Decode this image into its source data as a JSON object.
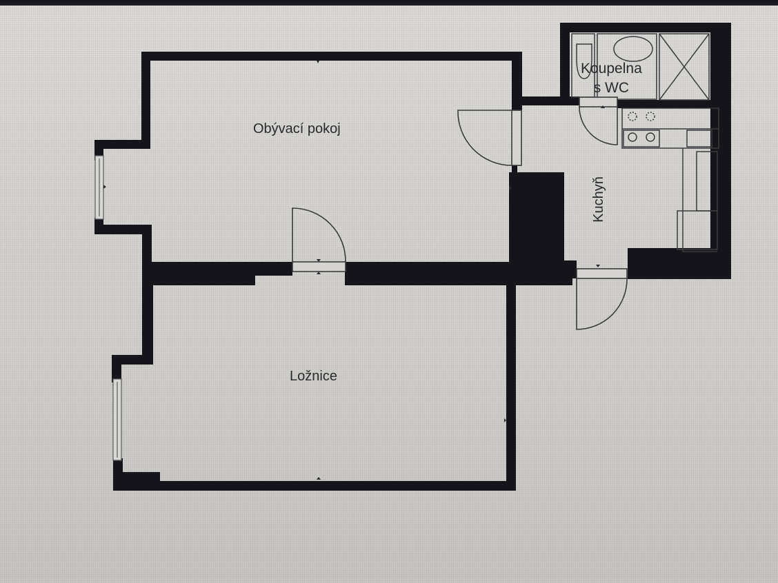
{
  "floor_plan": {
    "rooms": [
      {
        "id": "living",
        "label": "Obývací pokoj"
      },
      {
        "id": "bedroom",
        "label": "Ložnice"
      },
      {
        "id": "bathroom",
        "label_line1": "Koupelna",
        "label_line2": "s WC"
      },
      {
        "id": "kitchen",
        "label": "Kuchyň"
      }
    ],
    "colors": {
      "wall": "#16151b",
      "background": "#d6d4d0",
      "line": "#3a3a3e",
      "text": "#2a2a2e"
    }
  }
}
